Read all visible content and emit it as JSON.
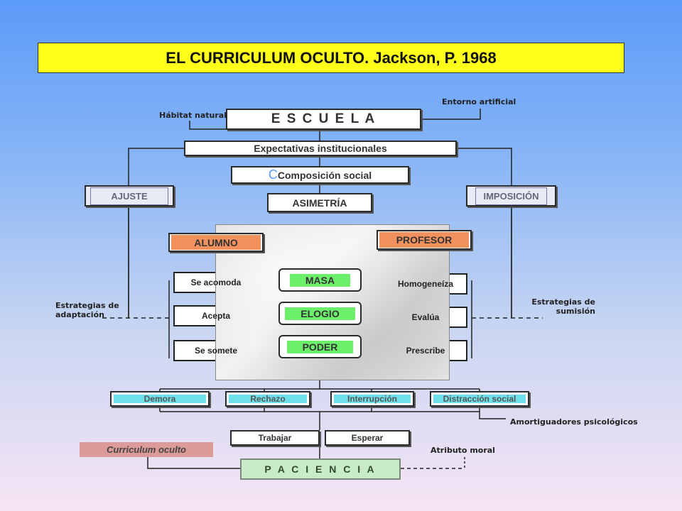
{
  "title": "EL CURRICULUM OCULTO. Jackson, P. 1968",
  "top": {
    "escuela": "E S C U E L A",
    "expectativas": "Expectativas institucionales",
    "composicion_prefix": "C",
    "composicion": "Composición social",
    "asimetria": "ASIMETRÍA",
    "ajuste": "AJUSTE",
    "imposicion": "IMPOSICIÓN"
  },
  "notes": {
    "habitat": "Hábitat natural",
    "entorno": "Entorno artificial",
    "estrategias_adaptacion": "Estrategias de adaptación",
    "estrategias_sumision": "Estrategias de sumisión",
    "amortiguadores": "Amortiguadores psicológicos",
    "atributo": "Atributo moral"
  },
  "actors": {
    "alumno": "ALUMNO",
    "profesor": "PROFESOR"
  },
  "left_actions": [
    "Se acomoda",
    "Acepta",
    "Se somete"
  ],
  "center": [
    "MASA",
    "ELOGIO",
    "PODER"
  ],
  "right_actions": [
    "Homogeneíza",
    "Evalúa",
    "Prescribe"
  ],
  "factors": [
    "Demora",
    "Rechazo",
    "Interrupción",
    "Distracción social"
  ],
  "bottom": {
    "trabajar": "Trabajar",
    "esperar": "Esperar",
    "paciencia": "P A C I E N C I A",
    "curriculum": "Curriculum oculto"
  }
}
